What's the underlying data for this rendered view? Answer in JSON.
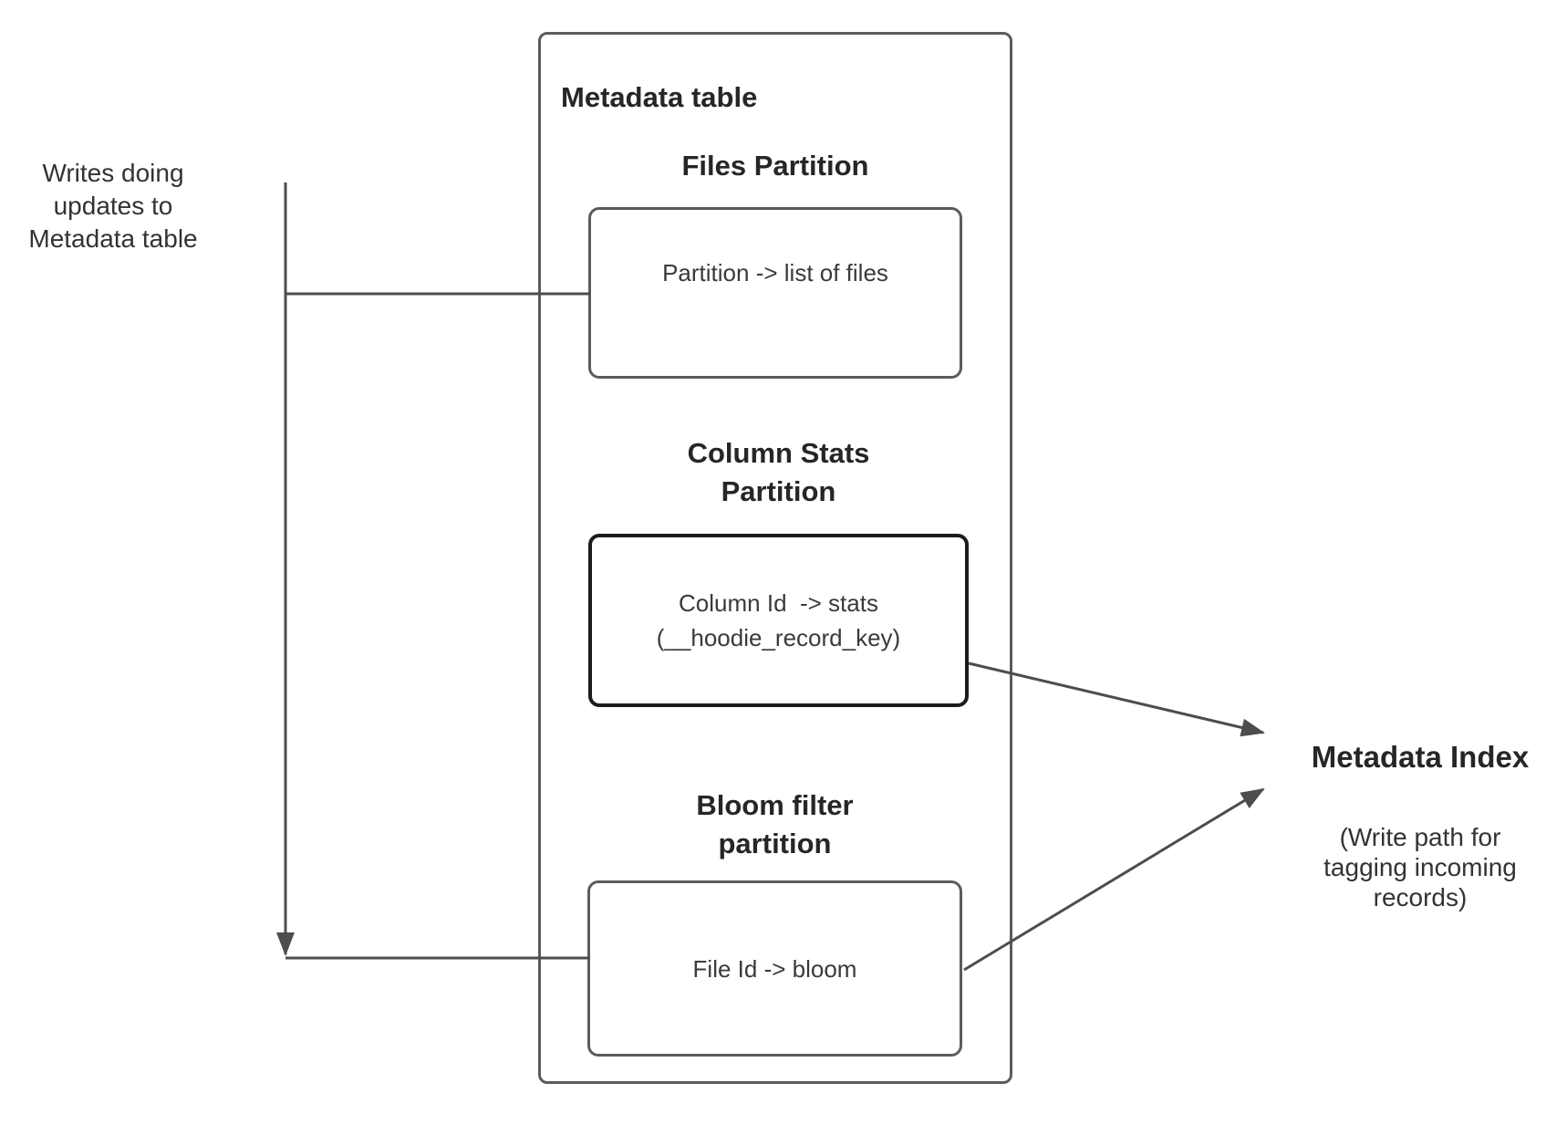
{
  "diagram": {
    "writes_note": "Writes doing\nupdates to\nMetadata table",
    "metadata_table": {
      "title": "Metadata table",
      "files_partition": {
        "heading": "Files Partition",
        "content": "Partition -> list of files"
      },
      "column_stats_partition": {
        "heading": "Column Stats\nPartition",
        "content": "Column Id  -> stats\n(__hoodie_record_key)"
      },
      "bloom_filter_partition": {
        "heading": "Bloom filter\npartition",
        "content": "File Id -> bloom"
      }
    },
    "metadata_index": {
      "title": "Metadata Index",
      "subtitle": "(Write path for\ntagging incoming\nrecords)"
    },
    "colors": {
      "connector_line": "#4d4d4d",
      "box_border": "#595c5f",
      "emphasis_border": "#1c1c1c",
      "text": "#2b2b2b",
      "background": "#ffffff"
    }
  }
}
